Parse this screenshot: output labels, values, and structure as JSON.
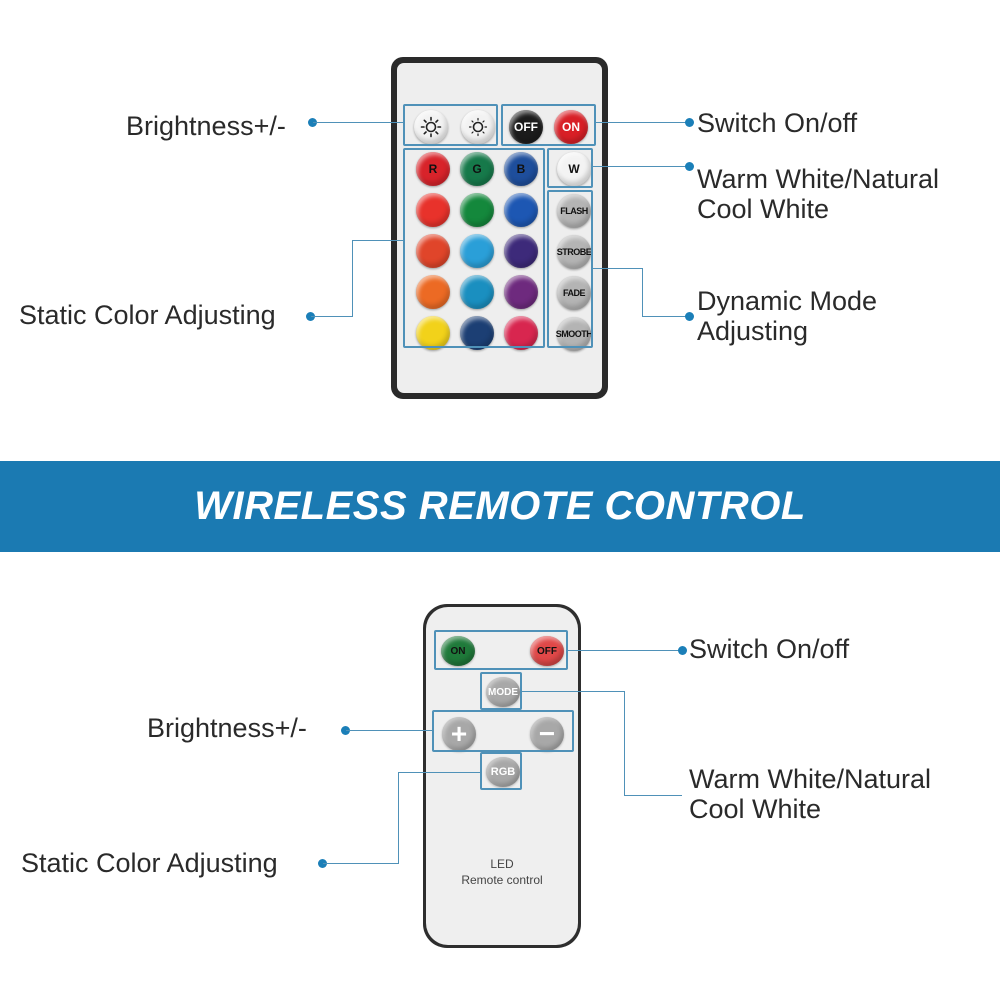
{
  "banner": {
    "title": "WIRELESS REMOTE CONTROL"
  },
  "colors": {
    "accent": "#1b7ab2",
    "leader": "#4f91b8",
    "dot": "#1b7fb8"
  },
  "remote_24key": {
    "labels": {
      "brightness": "Brightness+/-",
      "switch": "Switch On/off",
      "warm_white_line1": "Warm White/Natural",
      "warm_white_line2": "Cool White",
      "dynamic_line1": "Dynamic Mode",
      "dynamic_line2": "Adjusting",
      "static_color": "Static Color Adjusting"
    },
    "buttons": {
      "brightness_up_icon": "sun-icon",
      "brightness_down_icon": "sun-icon",
      "off": "OFF",
      "on": "ON",
      "red": "R",
      "green": "G",
      "blue": "B",
      "white": "W",
      "flash": "FLASH",
      "strobe": "STROBE",
      "fade": "FADE",
      "smooth": "SMOOTH"
    },
    "color_grid": [
      [
        "#d8232a",
        "#16794a",
        "#1e4e9c"
      ],
      [
        "#e8322b",
        "#14883c",
        "#1d57b3"
      ],
      [
        "#e0452a",
        "#2a9fd8",
        "#3d2a7a"
      ],
      [
        "#ec6a24",
        "#1a8fc0",
        "#6e2a7e"
      ],
      [
        "#f2d21a",
        "#1c3f74",
        "#d8264f"
      ]
    ]
  },
  "remote_mini": {
    "labels": {
      "switch": "Switch On/off",
      "brightness": "Brightness+/-",
      "warm_white_line1": "Warm White/Natural",
      "warm_white_line2": "Cool White",
      "static_color": "Static Color Adjusting"
    },
    "buttons": {
      "on": "ON",
      "off": "OFF",
      "mode": "MODE",
      "plus": "+",
      "minus": "−",
      "rgb": "RGB"
    },
    "print_line1": "LED",
    "print_line2": "Remote control"
  }
}
